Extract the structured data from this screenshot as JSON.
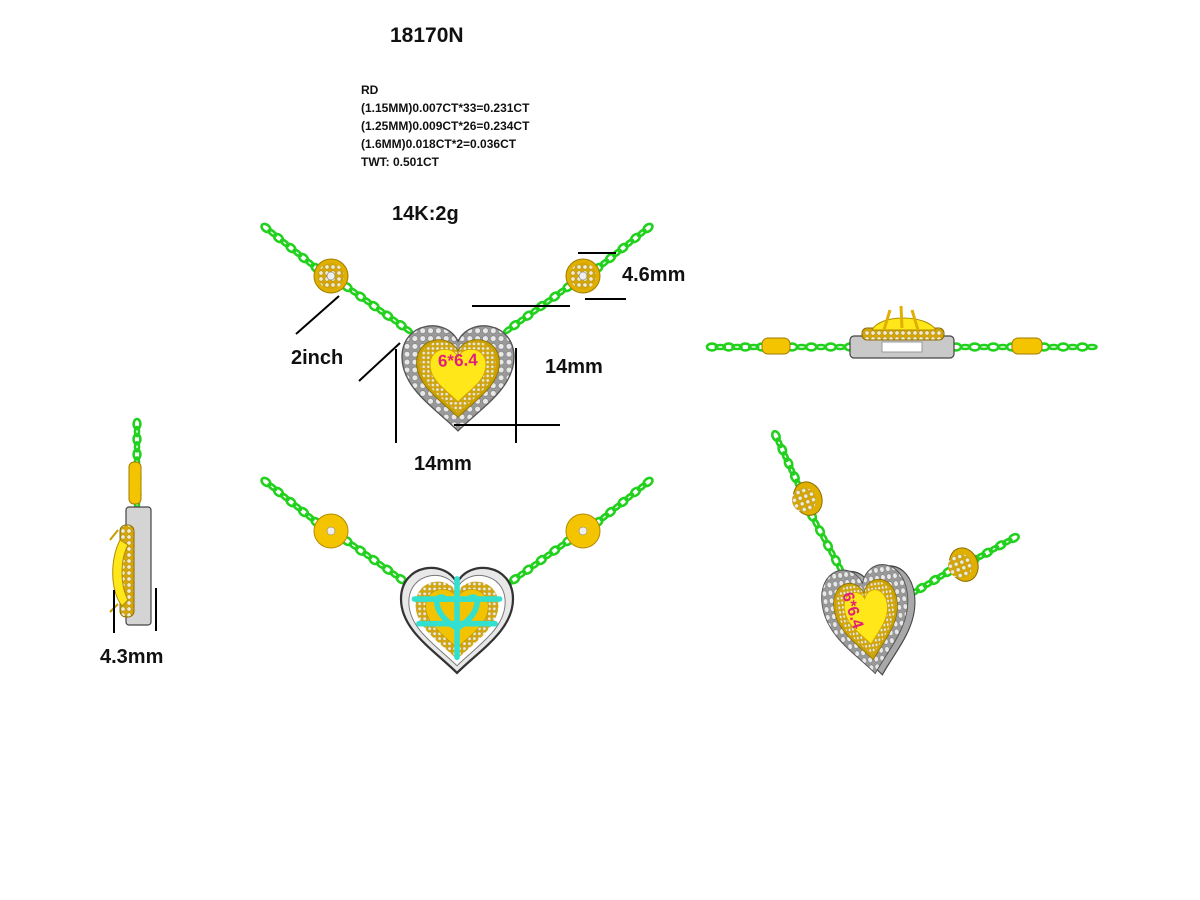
{
  "model_number": "18170N",
  "specs": {
    "cut": "RD",
    "lines": [
      "(1.15MM)0.007CT*33=0.231CT",
      "(1.25MM)0.009CT*26=0.234CT",
      "(1.6MM)0.018CT*2=0.036CT",
      "TWT:  0.501CT"
    ]
  },
  "metal_weight": "14K:2g",
  "stone_size": "6*6.4",
  "dimensions": {
    "station_diameter": "4.6mm",
    "chain_distance": "2inch",
    "heart_height": "14mm",
    "heart_width": "14mm",
    "depth": "4.3mm"
  },
  "colors": {
    "chain": "#22d11d",
    "gold": "#f5c400",
    "center_stone": "#ffe71a",
    "metal": "#c9c9c9",
    "prong": "#33e0d0",
    "stone_label": "#e0207a"
  }
}
